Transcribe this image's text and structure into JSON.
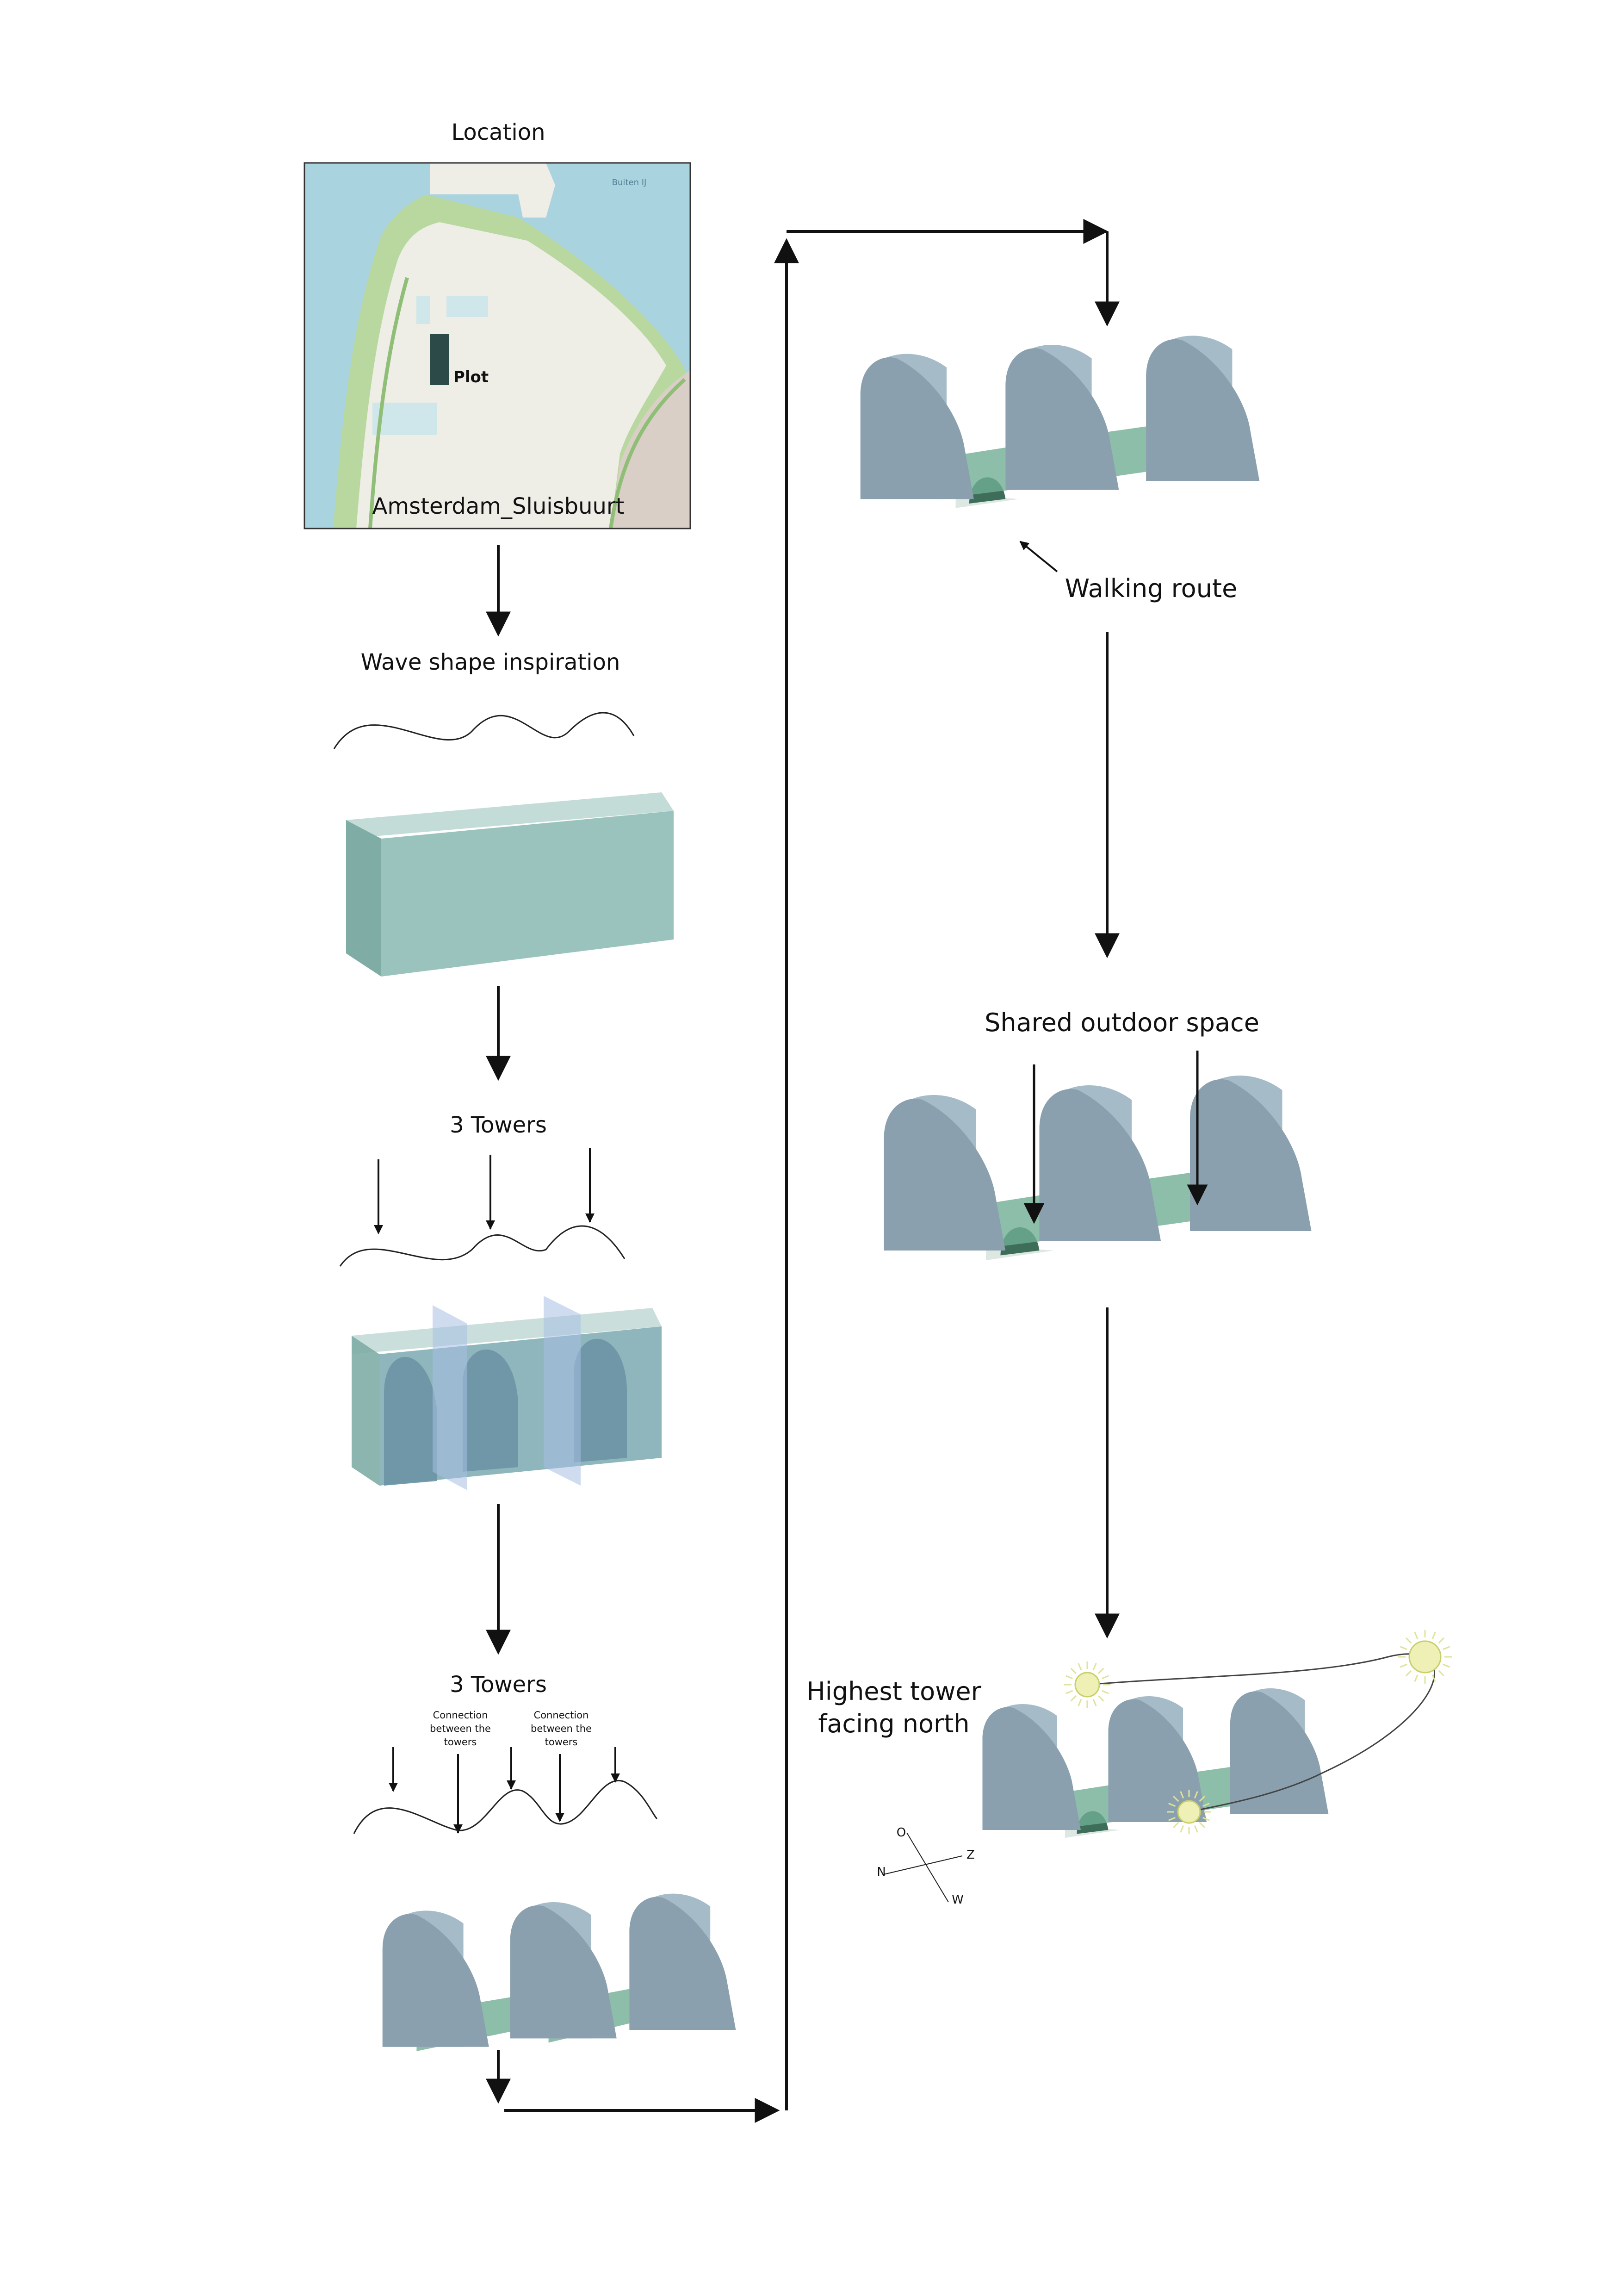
{
  "location": {
    "title": "Location",
    "map_label_plot": "Plot",
    "map_label_place": "Amsterdam_Sluisbuurt",
    "map_label_water": "Buiten IJ",
    "colors": {
      "water": "#a9d3df",
      "land": "#eeede6",
      "green": "#b9d8a0",
      "plot": "#2c4a48",
      "canal": "#cfe6ea"
    }
  },
  "steps": {
    "wave": "Wave shape  inspiration",
    "towers1": "3 Towers",
    "towers2": "3 Towers",
    "connection_1": "Connection between the towers",
    "connection_2": "Connection between the towers",
    "walking": "Walking route",
    "shared": "Shared outdoor space",
    "highest": "Highest tower facing north"
  },
  "compass": {
    "n": "N",
    "o": "O",
    "z": "Z",
    "w": "W"
  },
  "colors": {
    "block_front": "#9bc3bd",
    "block_side": "#7fada6",
    "block_top": "#c4dcd7",
    "tower_front": "#8ba0ae",
    "tower_side": "#a6bbc8",
    "tower_top": "#b7c9d4",
    "bridge": "#6fae93",
    "plane": "#a8bfe3",
    "sun": "#eef0b5",
    "arrow": "#111111"
  }
}
